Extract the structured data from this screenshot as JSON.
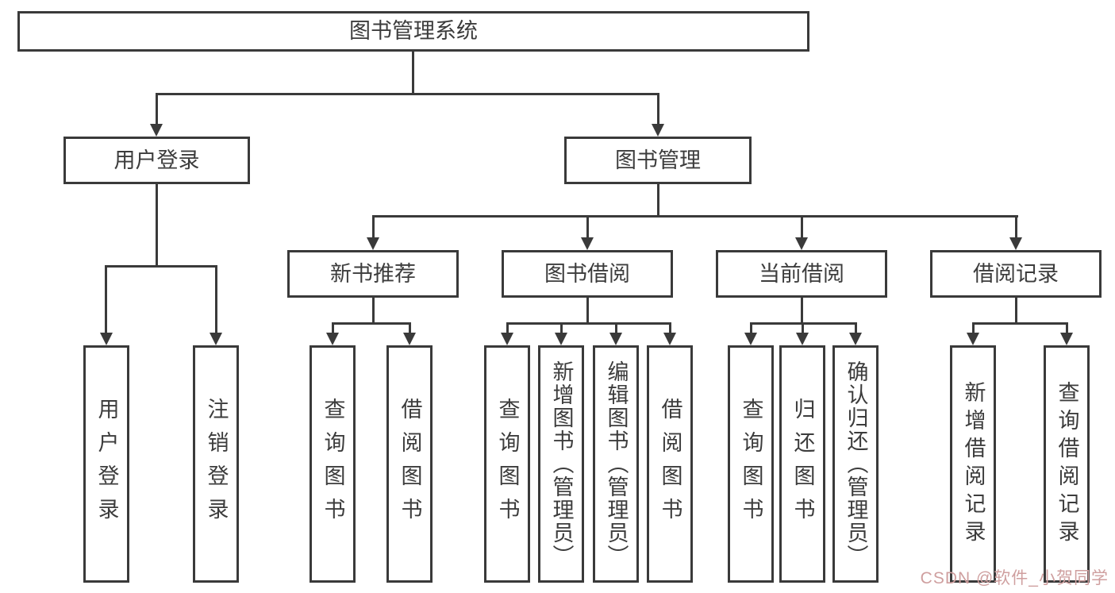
{
  "diagram": {
    "root": "图书管理系统",
    "level2": {
      "login": "用户登录",
      "mgmt": "图书管理"
    },
    "level3": {
      "recommend": "新书推荐",
      "borrow": "图书借阅",
      "current": "当前借阅",
      "records": "借阅记录"
    },
    "leaves": {
      "login_user": "用户登录",
      "login_logout": "注销登录",
      "rec_query": "查询图书",
      "rec_borrow": "借阅图书",
      "bor_query": "查询图书",
      "bor_add": "新增图书（管理员）",
      "bor_edit": "编辑图书（管理员）",
      "bor_borrow": "借阅图书",
      "cur_query": "查询图书",
      "cur_return": "归还图书",
      "cur_confirm": "确认归还（管理员）",
      "records_add": "新增借阅记录",
      "records_query": "查询借阅记录"
    },
    "watermark": "CSDN @软件_小贺同学",
    "colors": {
      "line": "#3a3a3a",
      "text": "#3c3c3c",
      "watermark": "#cf9f9f",
      "background": "#ffffff"
    }
  }
}
